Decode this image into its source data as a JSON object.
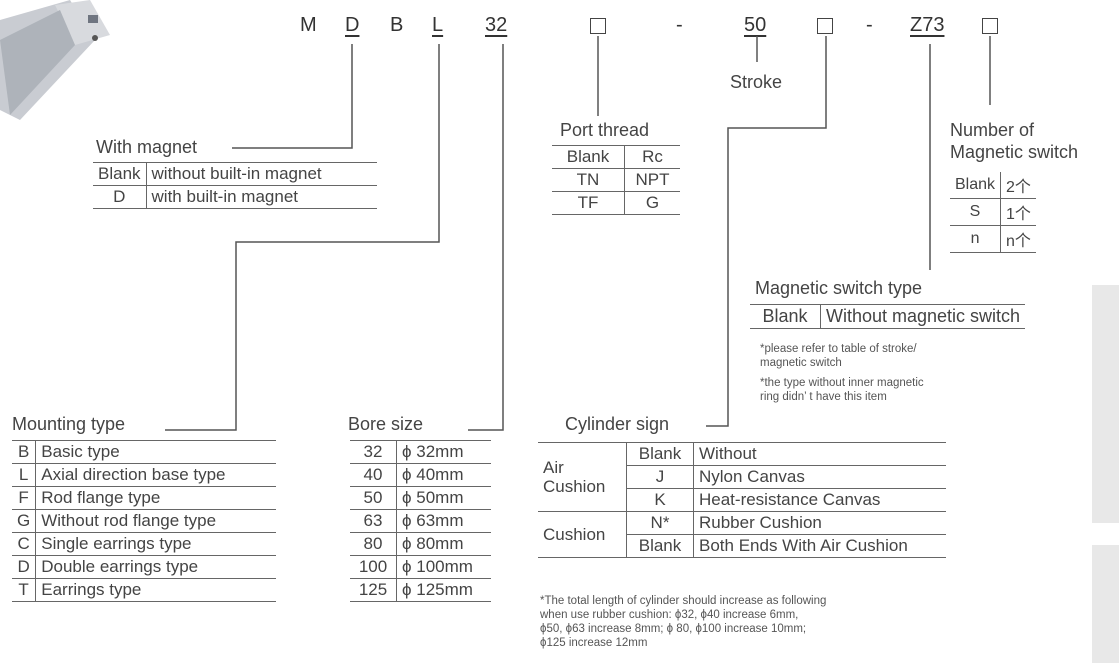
{
  "code": {
    "m": "M",
    "d": "D",
    "b": "B",
    "l": "L",
    "bore": "32",
    "dash1": "-",
    "stroke": "50",
    "dash2": "-",
    "z": "Z73",
    "stroke_label": "Stroke"
  },
  "magnet": {
    "title": "With magnet",
    "rows": [
      {
        "code": "Blank",
        "desc": "without built-in magnet"
      },
      {
        "code": "D",
        "desc": "with built-in magnet"
      }
    ]
  },
  "port": {
    "title": "Port thread",
    "rows": [
      {
        "code": "Blank",
        "val": "Rc"
      },
      {
        "code": "TN",
        "val": "NPT"
      },
      {
        "code": "TF",
        "val": "G"
      }
    ]
  },
  "switch_count": {
    "title1": "Number of",
    "title2": "Magnetic switch",
    "rows": [
      {
        "code": "Blank",
        "val": "2个"
      },
      {
        "code": "S",
        "val": "1个"
      },
      {
        "code": "n",
        "val": "n个"
      }
    ]
  },
  "switch_type": {
    "title": "Magnetic switch type",
    "row": {
      "code": "Blank",
      "desc": "Without magnetic switch"
    },
    "note1a": "*please refer to table of stroke/",
    "note1b": "magnetic switch",
    "note2a": "*the type without inner magnetic",
    "note2b": "ring didn’ t have this item"
  },
  "mounting": {
    "title": "Mounting type",
    "rows": [
      {
        "code": "B",
        "desc": "Basic type"
      },
      {
        "code": "L",
        "desc": "Axial direction base type"
      },
      {
        "code": "F",
        "desc": "Rod flange type"
      },
      {
        "code": "G",
        "desc": "Without rod flange type"
      },
      {
        "code": "C",
        "desc": "Single earrings type"
      },
      {
        "code": "D",
        "desc": "Double earrings type"
      },
      {
        "code": "T",
        "desc": "Earrings type"
      }
    ]
  },
  "bore": {
    "title": "Bore size",
    "rows": [
      {
        "code": "32",
        "val": "ϕ 32mm"
      },
      {
        "code": "40",
        "val": "ϕ 40mm"
      },
      {
        "code": "50",
        "val": "ϕ 50mm"
      },
      {
        "code": "63",
        "val": "ϕ 63mm"
      },
      {
        "code": "80",
        "val": "ϕ 80mm"
      },
      {
        "code": "100",
        "val": "ϕ 100mm"
      },
      {
        "code": "125",
        "val": "ϕ 125mm"
      }
    ]
  },
  "cylinder": {
    "title": "Cylinder sign",
    "group1a": "Air",
    "group1b": "Cushion",
    "group2": "Cushion",
    "rows": [
      {
        "code": "Blank",
        "desc": "Without"
      },
      {
        "code": "J",
        "desc": "Nylon Canvas"
      },
      {
        "code": "K",
        "desc": "Heat-resistance Canvas"
      },
      {
        "code": "N*",
        "desc": "Rubber Cushion"
      },
      {
        "code": "Blank",
        "desc": "Both Ends With Air Cushion"
      }
    ],
    "note1": "*The total length of cylinder should increase as following",
    "note2": "when use rubber cushion: ϕ32, ϕ40 increase 6mm,",
    "note3": "ϕ50, ϕ63 increase 8mm; ϕ 80, ϕ100 increase 10mm;",
    "note4": "ϕ125 increase 12mm"
  }
}
